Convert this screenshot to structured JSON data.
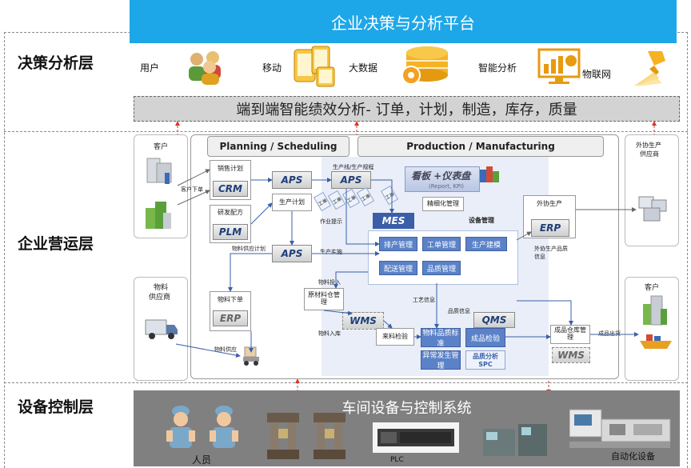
{
  "banner": {
    "title": "企业决策与分析平台"
  },
  "layers": {
    "decision": "决策分析层",
    "operation": "企业营运层",
    "control": "设备控制层"
  },
  "decision_items": [
    "用户",
    "移动",
    "大数据",
    "智能分析",
    "物联网"
  ],
  "kpi_bar": "端到端智能绩效分析- 订单，计划，制造，库存，质量",
  "tabs": {
    "planning": "Planning / Scheduling",
    "production": "Production / Manufacturing"
  },
  "customers_left": {
    "title": "客户",
    "order": "客户下单"
  },
  "supplier_left": {
    "title1": "物料",
    "title2": "供应商"
  },
  "outsource": {
    "title1": "外协生产",
    "title2": "供应商"
  },
  "customers_right": {
    "title": "客户"
  },
  "planning": {
    "sales_plan": "销售计划",
    "crm": "CRM",
    "rd_formula": "研发配方",
    "plm": "PLM",
    "prod_plan": "生产计划",
    "aps": "APS",
    "material_supply_plan": "物料供应计划",
    "material_order": "物料下单",
    "erp": "ERP",
    "material_supply": "物料供应"
  },
  "production": {
    "prod_line_plan": "生产线/生产规程",
    "aps": "APS",
    "dashboard": "看板 +仪表盘",
    "dashboard_sub": "(Report, KPI)",
    "refined_mgmt": "精细化管理",
    "equipment_mgmt": "设备管理",
    "mes": "MES",
    "work_hint": "作业提示",
    "prod_exec": "生产实施",
    "scheduling_mgmt": "排产管理",
    "process_mgmt": "工单管理",
    "prod_modeling": "生产建模",
    "delivery_mgmt": "配送管理",
    "quality_mgmt": "品质管理",
    "material_input": "物料投入",
    "raw_material_mgmt": "原材料仓管理",
    "wms": "WMS",
    "material_in": "物料入库",
    "incoming_check": "来料检验",
    "qms": "QMS",
    "quality_std": "物料品质标准",
    "product_check": "成品检验",
    "anomaly_mgmt": "异常发生管理",
    "spc": "品质分析 SPC",
    "finished_wh": "成品仓库管理",
    "ship": "成品出货",
    "erp_right": "ERP",
    "outsource_prod": "外协生产",
    "outsource_note": "外协生产品质信息",
    "work_info": "工艺信息",
    "quality_info": "品质信息",
    "mini_docs": [
      "工单",
      "工单",
      "工单",
      "工单",
      "工单"
    ]
  },
  "bottom": {
    "title": "车间设备与控制系统",
    "staff": "人员",
    "plc": "PLC",
    "auto_equipment": "自动化设备"
  },
  "colors": {
    "banner": "#1ea7e8",
    "kpi": "#d3d3d3",
    "bottom": "#808080",
    "mes_blue": "#5b82c8"
  }
}
